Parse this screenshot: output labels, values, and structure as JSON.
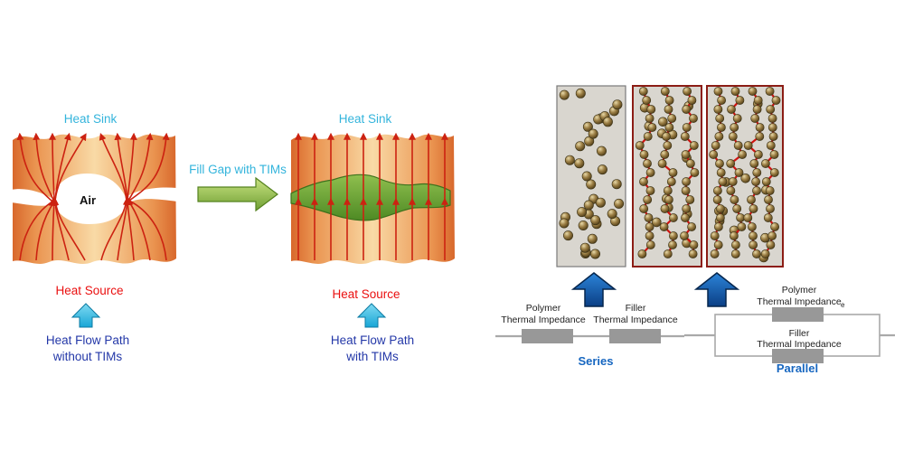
{
  "figure": {
    "description": "Thermal interface material (TIM) heat flow diagram with series and parallel thermal impedance models"
  },
  "left_diagram": {
    "heat_sink_label": "Heat Sink",
    "air_label": "Air",
    "heat_source_label": "Heat Source",
    "caption_line1": "Heat Flow Path",
    "caption_line2": "without TIMs"
  },
  "transition": {
    "label": "Fill Gap with TIMs"
  },
  "right_diagram": {
    "heat_sink_label": "Heat Sink",
    "heat_source_label": "Heat Source",
    "caption_line1": "Heat Flow Path",
    "caption_line2": "with TIMs"
  },
  "composite_model": {
    "series_circuit": {
      "resistor1_label_line1": "Polymer",
      "resistor1_label_line2": "Thermal Impedance",
      "resistor2_label_line1": "Filler",
      "resistor2_label_line2": "Thermal Impedance",
      "title": "Series"
    },
    "parallel_circuit": {
      "top_label_line1": "Polymer",
      "top_label_line2": "Thermal Impedance",
      "top_label_subscript": "e",
      "inner_label_line1": "Filler",
      "inner_label_line2": "Thermal Impedance",
      "title": "Parallel"
    }
  },
  "colors": {
    "heat_sink_label": "#33b4dc",
    "heat_source_label": "#ea1010",
    "flow_path_label": "#2438a8",
    "transition_label": "#33b4dc",
    "flow_line_red": "#cc2211",
    "tim_green": "#5f9a2e",
    "circuit_title_blue": "#1666c0",
    "particle_chain_red": "#cf1410",
    "panel_border_red": "#8c1d15"
  }
}
